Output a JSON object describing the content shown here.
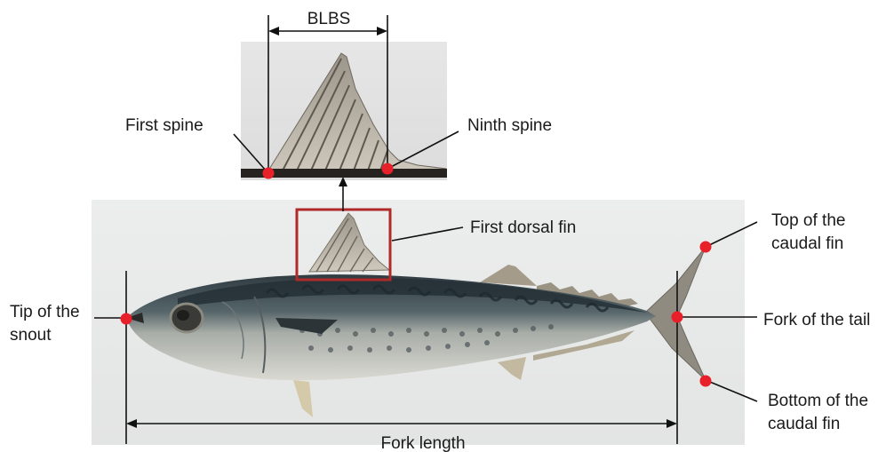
{
  "labels": {
    "blbs": "BLBS",
    "first_spine": "First spine",
    "ninth_spine": "Ninth spine",
    "first_dorsal_fin": "First dorsal fin",
    "top_caudal_1": "Top of the",
    "top_caudal_2": "caudal fin",
    "tip_snout_1": "Tip of the",
    "tip_snout_2": "snout",
    "fork_tail": "Fork of the tail",
    "bottom_caudal_1": "Bottom of the",
    "bottom_caudal_2": "caudal fin",
    "fork_length": "Fork length"
  },
  "colors": {
    "point": "#e8202a",
    "highlight_box": "#b02a2a",
    "line": "#111111",
    "fish_back": "#3e4a4e",
    "fish_belly": "#c9ccc4",
    "photo_bg": "#e9eaea"
  }
}
